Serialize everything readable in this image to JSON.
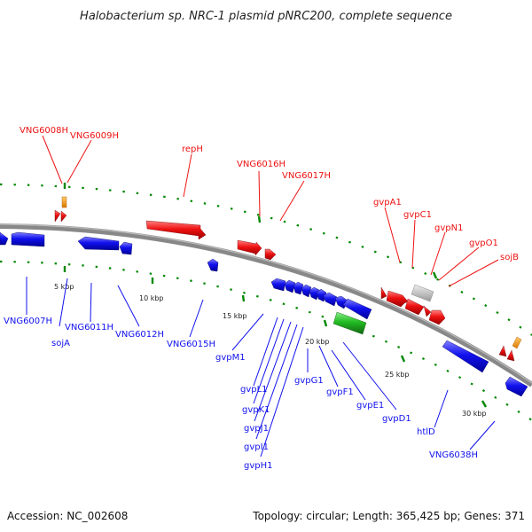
{
  "title": "Halobacterium sp. NRC-1 plasmid pNRC200, complete sequence",
  "footer": {
    "accession": "Accession: NC_002608",
    "topology": "Topology: circular; Length: 365,425 bp; Genes: 371"
  },
  "scale_labels": [
    "5 kbp",
    "10 kbp",
    "15 kbp",
    "20 kbp",
    "25 kbp",
    "30 kbp"
  ],
  "colors": {
    "forward_gene": "#ee1111",
    "reverse_gene": "#1111ee",
    "rna_gene": "#22bb22",
    "pseudo_gene": "#bbbbbb",
    "other_feature": "#ff8800",
    "backbone": "#808080",
    "tick_mark": "#008800"
  },
  "forward_labels": [
    "VNG6008H",
    "VNG6009H",
    "repH",
    "VNG6016H",
    "VNG6017H",
    "gvpA1",
    "gvpC1",
    "gvpN1",
    "gvpO1",
    "sojB"
  ],
  "reverse_labels": [
    "VNG6007H",
    "sojA",
    "VNG6011H",
    "VNG6012H",
    "VNG6015H",
    "gvpM1",
    "gvpL1",
    "gvpK1",
    "gvpJ1",
    "gvpI1",
    "gvpH1",
    "gvpG1",
    "gvpF1",
    "gvpE1",
    "gvpD1",
    "htlD",
    "VNG6038H"
  ]
}
